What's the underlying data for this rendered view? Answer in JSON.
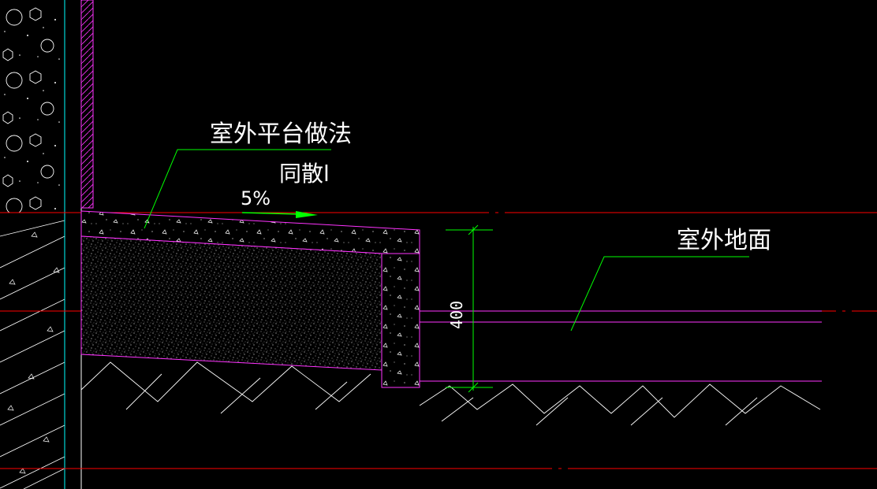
{
  "drawing": {
    "annotations": {
      "platform_note": "室外平台做法",
      "platform_note_sub": "同散l",
      "slope": "5%",
      "ground_note": "室外地面",
      "dimension": "400"
    },
    "colors": {
      "background": "#000000",
      "outline": "#ff33ff",
      "leader": "#00ff00",
      "axis": "#ff0000",
      "wall_edge": "#00ffff",
      "hatch": "#ffffff",
      "hatch_red": "#ff5555",
      "text": "#ffffff"
    },
    "icons": [
      "slope-arrow-icon"
    ]
  }
}
